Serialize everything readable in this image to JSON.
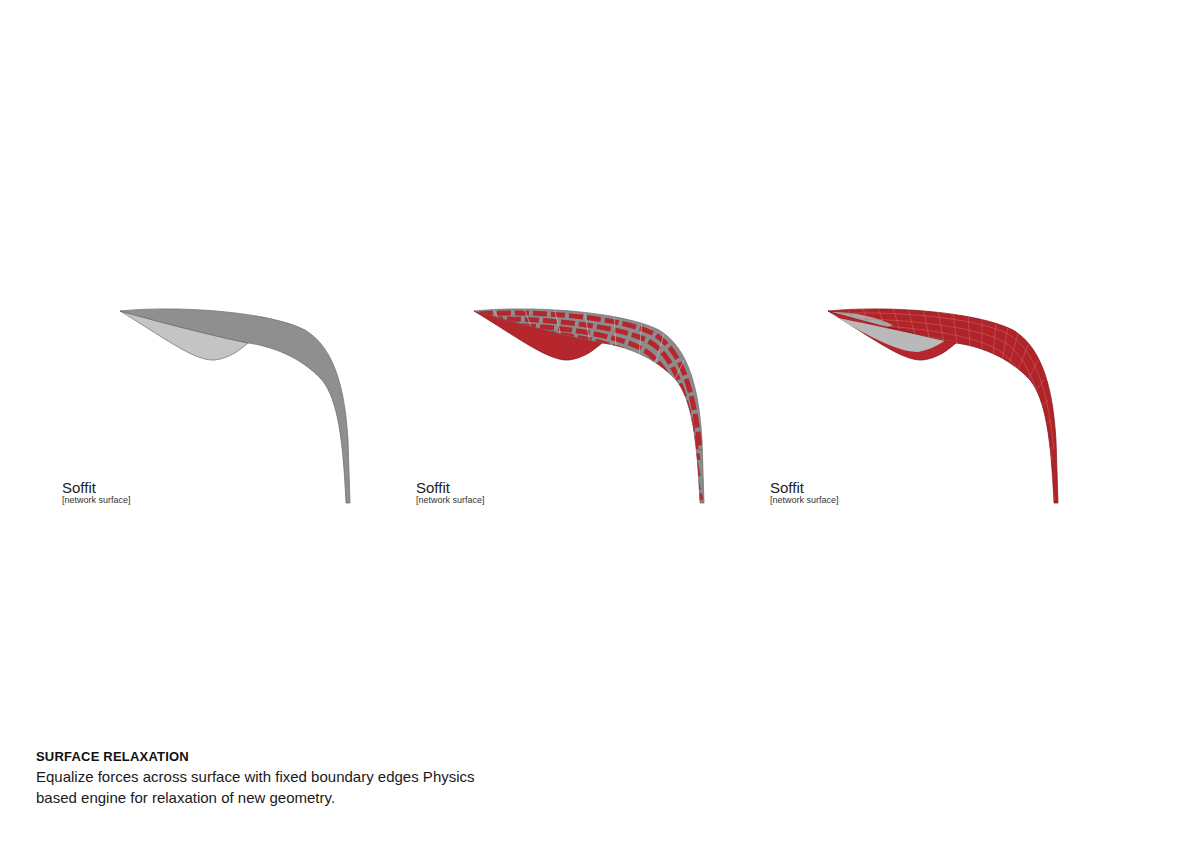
{
  "diagram": {
    "title": "SURFACE RELAXATION",
    "caption": "Equalize forces across surface with fixed boundary edges Physics based engine for relaxation of new geometry.",
    "labels": [
      "Soffit",
      "[network surface]",
      "Soffit",
      "[network surface]",
      "Soffit",
      "[network surface]"
    ]
  }
}
